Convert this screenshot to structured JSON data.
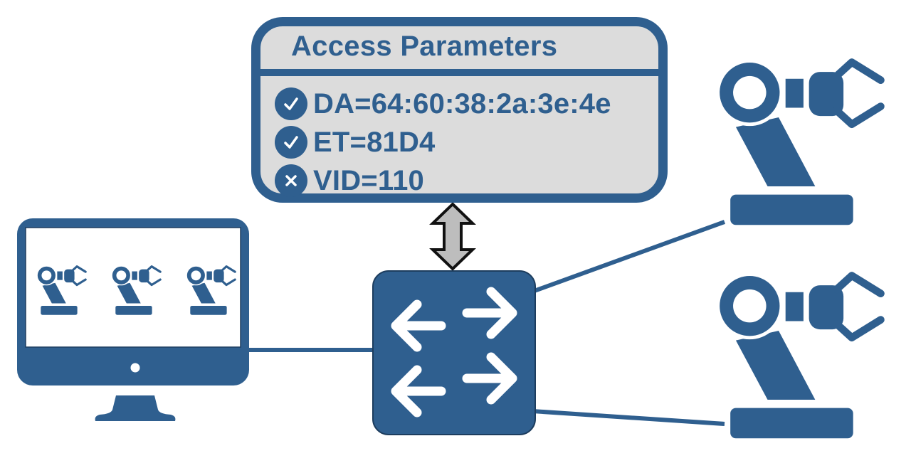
{
  "diagram": {
    "colors": {
      "primary": "#2f5f8f",
      "panel_fill": "#dcdcdc",
      "arrow_fill": "#bdbdbd",
      "background": "#ffffff"
    },
    "access_parameters": {
      "title": "Access Parameters",
      "items": [
        {
          "label": "DA=64:60:38:2a:3e:4e",
          "status": "allowed",
          "icon": "check-circle-icon"
        },
        {
          "label": "ET=81D4",
          "status": "allowed",
          "icon": "check-circle-icon"
        },
        {
          "label": "VID=110",
          "status": "denied",
          "icon": "x-circle-icon"
        }
      ]
    },
    "nodes": [
      {
        "id": "monitor",
        "kind": "computer-monitor",
        "screen_content": "3 robot-arm icons"
      },
      {
        "id": "switch",
        "kind": "network-switch",
        "icon": "bidirectional-arrows"
      },
      {
        "id": "robot-top",
        "kind": "industrial-robot-arm"
      },
      {
        "id": "robot-bottom",
        "kind": "industrial-robot-arm"
      }
    ],
    "connections": [
      {
        "from": "monitor",
        "to": "switch"
      },
      {
        "from": "switch",
        "to": "robot-top"
      },
      {
        "from": "switch",
        "to": "robot-bottom"
      },
      {
        "from": "switch",
        "to": "access_parameters",
        "style": "double-arrow"
      }
    ]
  }
}
